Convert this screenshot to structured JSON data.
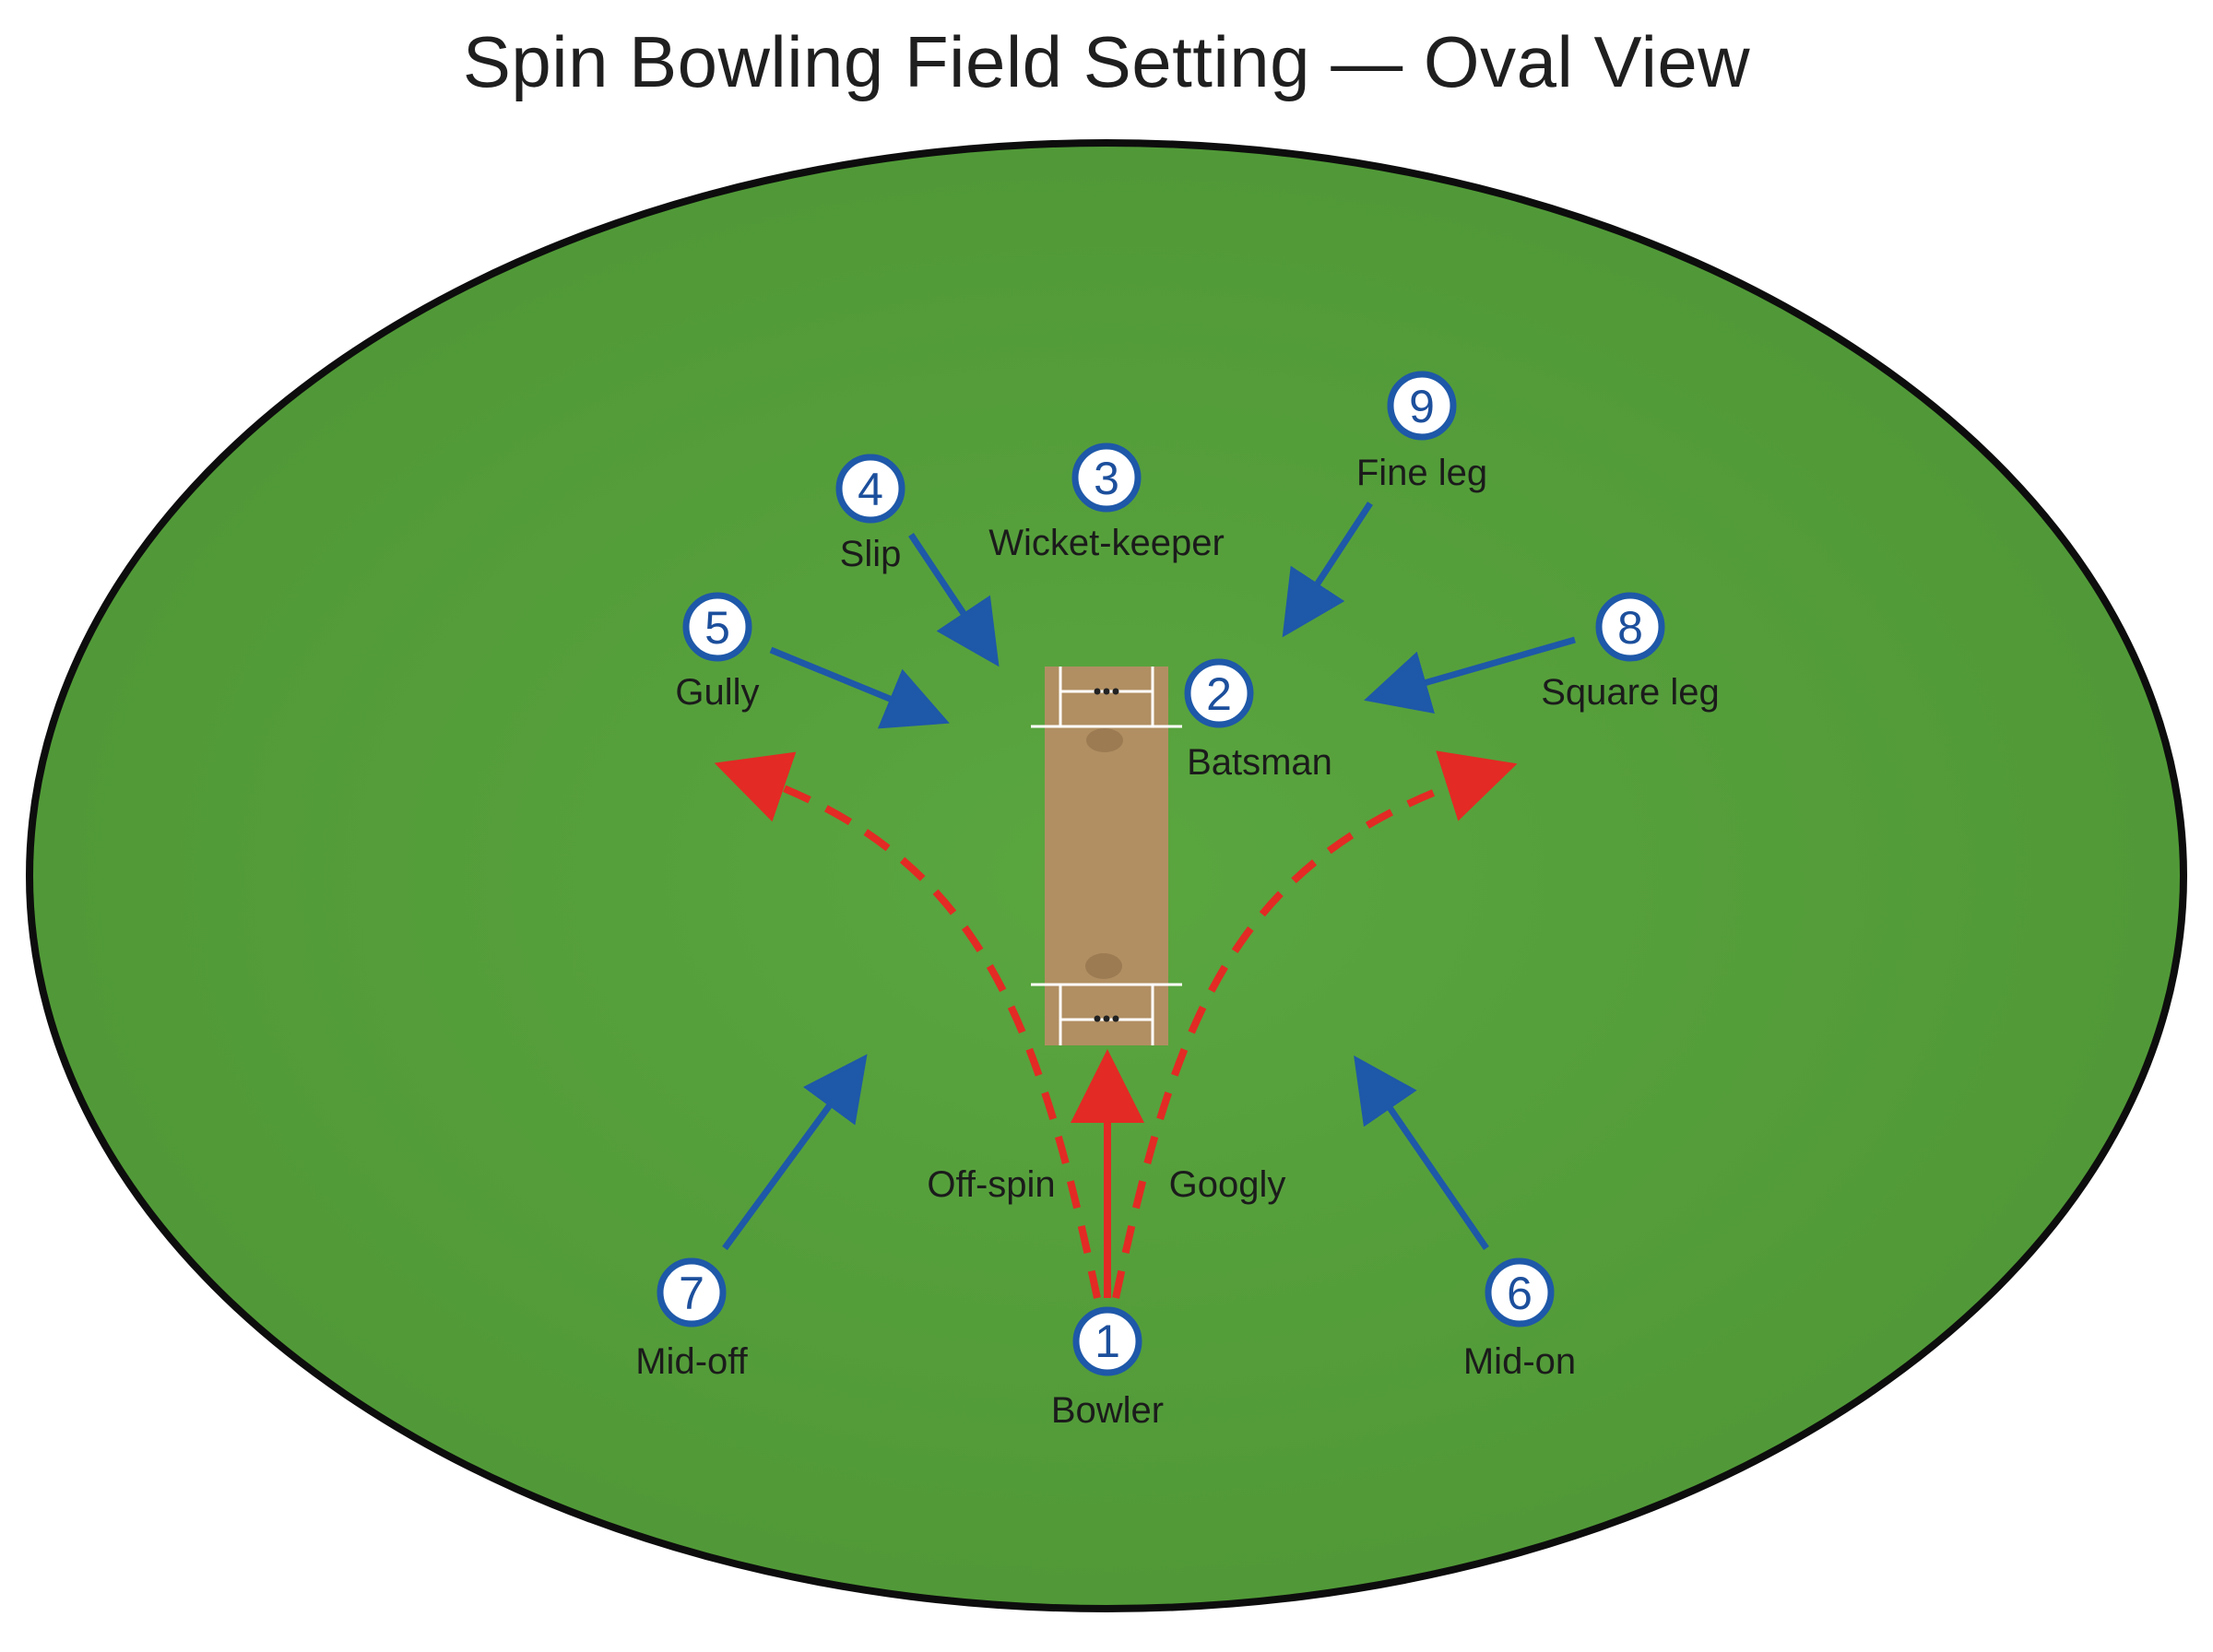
{
  "title": "Spin Bowling Field Setting — Oval View",
  "colors": {
    "outfield": "#559c3c",
    "boundary": "#0d0d0d",
    "pitch": "#b18f62",
    "fielder_arrow": "#1e58a8",
    "delivery": "#e32a24",
    "marker_ring": "#1e58a8"
  },
  "fielders": [
    {
      "number": "1",
      "label": "Bowler"
    },
    {
      "number": "2",
      "label": "Batsman"
    },
    {
      "number": "3",
      "label": "Wicket-keeper"
    },
    {
      "number": "4",
      "label": "Slip"
    },
    {
      "number": "5",
      "label": "Gully"
    },
    {
      "number": "6",
      "label": "Mid-on"
    },
    {
      "number": "7",
      "label": "Mid-off"
    },
    {
      "number": "8",
      "label": "Square leg"
    },
    {
      "number": "9",
      "label": "Fine leg"
    }
  ],
  "deliveries": [
    {
      "label": "Off-spin"
    },
    {
      "label": "Googly"
    }
  ]
}
